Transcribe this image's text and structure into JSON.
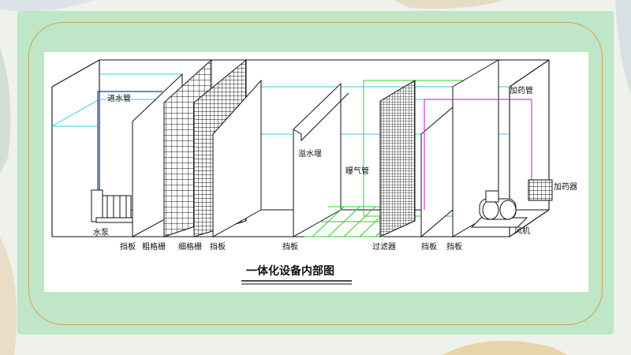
{
  "diagram": {
    "caption": "一体化设备内部图",
    "labels": {
      "inlet_pipe": "进水管",
      "pump": "水泵",
      "baffle_1": "挡板",
      "coarse_grid": "粗格栅",
      "fine_grid": "细格栅",
      "baffle_2": "挡板",
      "baffle_3": "挡板",
      "weir": "溢水堰",
      "aeration_pipe": "曝气管",
      "filter": "过滤器",
      "baffle_4": "挡板",
      "baffle_5": "挡板",
      "dosing_pipe": "加药管",
      "doser": "加药器",
      "blower": "风机"
    },
    "colors": {
      "water_line": "#33ccdd",
      "inlet_pipe": "#2233cc",
      "aeration": "#33cc33",
      "dosing": "#dd33dd",
      "outline": "#111111"
    }
  }
}
